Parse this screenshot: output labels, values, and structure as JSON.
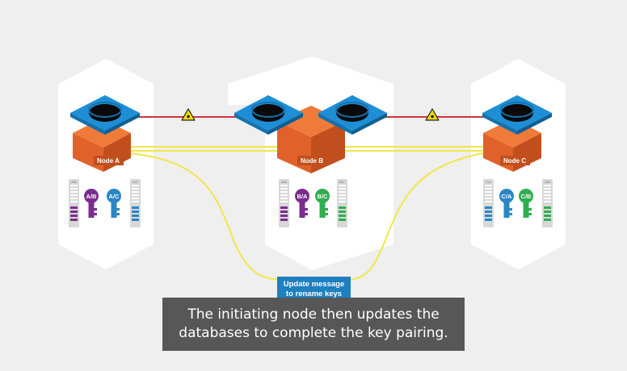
{
  "nodes": {
    "a": {
      "label": "Node A",
      "db1": "A/B",
      "key1": "A/B",
      "key2": "A/C",
      "db2": "A/C"
    },
    "b": {
      "label": "Node B",
      "db1": "B/A",
      "key1": "B/A",
      "key2": "B/C",
      "db2": "B/C"
    },
    "c": {
      "label": "Node C",
      "db1": "C/A",
      "key1": "C/A",
      "key2": "C/B",
      "db2": "C/B"
    }
  },
  "message": {
    "line1": "Update message",
    "line2": "to rename keys"
  },
  "subtitle": {
    "line1": "The initiating node then updates the",
    "line2": "databases to complete the key pairing."
  },
  "colors": {
    "background": "#efefef",
    "hex_panel": "#ffffff",
    "cube_front": "#e0622a",
    "cube_side": "#c14f1d",
    "cube_top": "#f07a3a",
    "plate": "#1e8fd6",
    "quantum_link": "#d0343a",
    "classical_link": "#f2e64b",
    "key_purple": "#7b2d8e",
    "key_blue": "#2a86c4",
    "key_green": "#2fae4f",
    "message_box": "#1f7fbf",
    "subtitle_box": "#575757"
  },
  "icons": [
    "laser-warning-icon",
    "key-icon",
    "database-icon"
  ]
}
